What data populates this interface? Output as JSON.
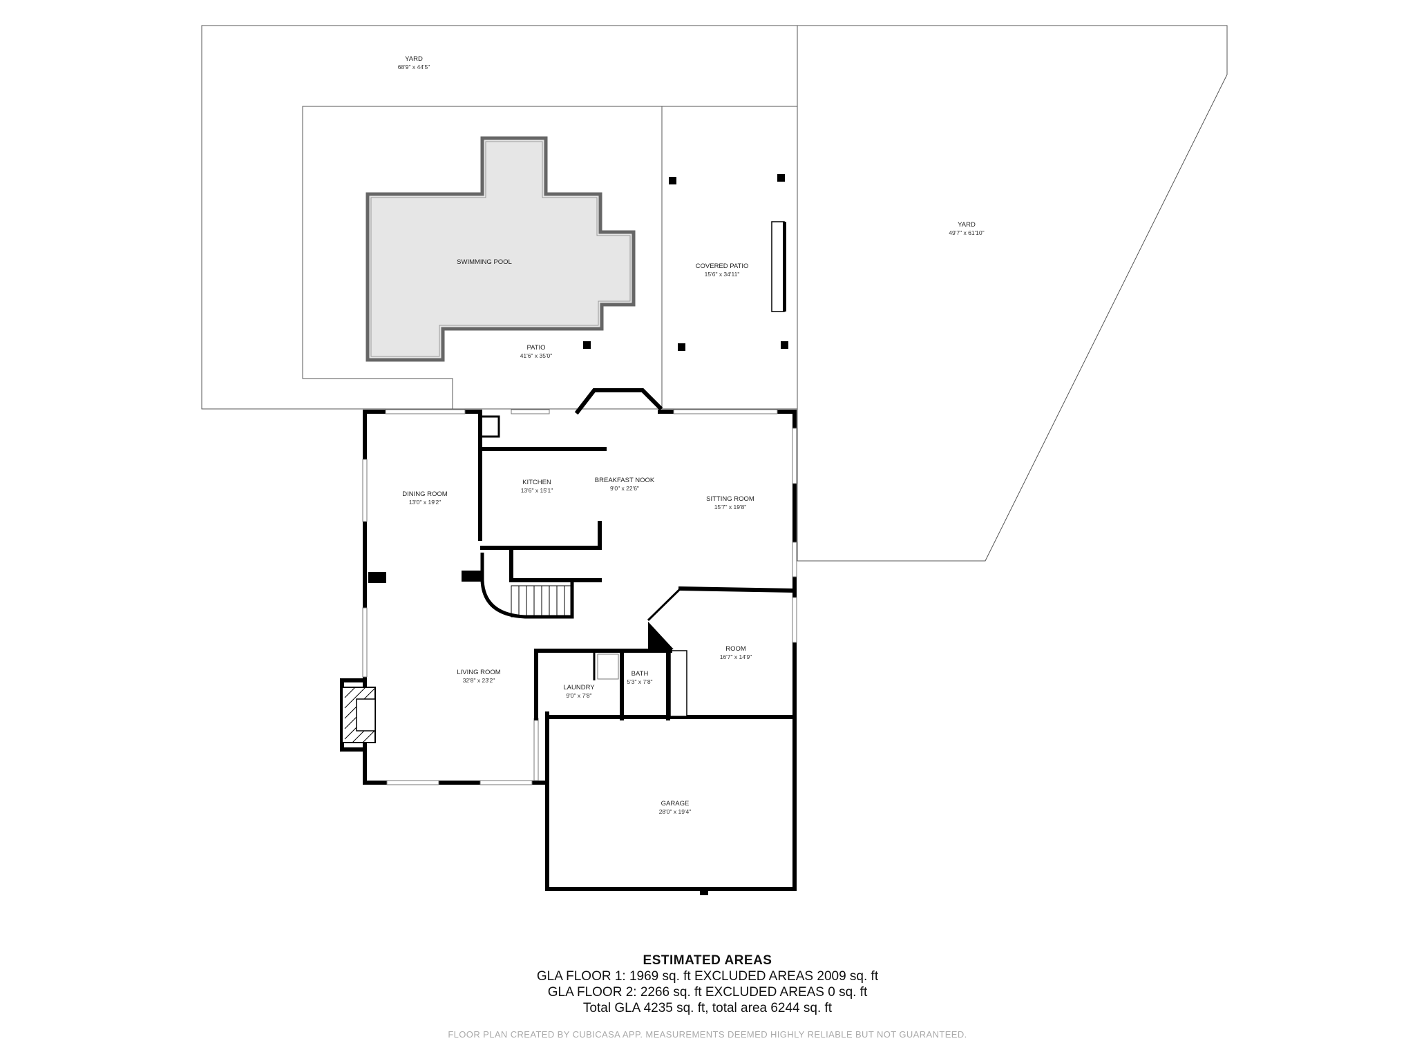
{
  "rooms": {
    "yard_left": {
      "name": "YARD",
      "dims": "68'9\" x 44'5\""
    },
    "yard_right": {
      "name": "YARD",
      "dims": "49'7\" x 61'10\""
    },
    "swimming_pool": {
      "name": "SWIMMING POOL",
      "dims": ""
    },
    "patio": {
      "name": "PATIO",
      "dims": "41'6\" x 35'0\""
    },
    "covered_patio": {
      "name": "COVERED PATIO",
      "dims": "15'6\" x 34'11\""
    },
    "dining_room": {
      "name": "DINING ROOM",
      "dims": "13'0\" x 19'2\""
    },
    "kitchen": {
      "name": "KITCHEN",
      "dims": "13'6\" x 15'1\""
    },
    "breakfast_nook": {
      "name": "BREAKFAST NOOK",
      "dims": "9'0\" x 22'6\""
    },
    "sitting_room": {
      "name": "SITTING ROOM",
      "dims": "15'7\" x 19'8\""
    },
    "room": {
      "name": "ROOM",
      "dims": "16'7\" x 14'9\""
    },
    "living_room": {
      "name": "LIVING ROOM",
      "dims": "32'8\" x 23'2\""
    },
    "laundry": {
      "name": "LAUNDRY",
      "dims": "9'0\" x 7'8\""
    },
    "bath": {
      "name": "BATH",
      "dims": "5'3\" x 7'8\""
    },
    "garage": {
      "name": "GARAGE",
      "dims": "28'0\" x 19'4\""
    }
  },
  "areas": {
    "title": "ESTIMATED AREAS",
    "floor1": "GLA FLOOR 1: 1969 sq. ft EXCLUDED AREAS 2009 sq. ft",
    "floor2": "GLA FLOOR 2: 2266 sq. ft EXCLUDED AREAS 0 sq. ft",
    "total": "Total GLA 4235 sq. ft, total area 6244 sq. ft"
  },
  "footer": "FLOOR PLAN CREATED BY CUBICASA APP. MEASUREMENTS DEEMED HIGHLY RELIABLE BUT NOT GUARANTEED.",
  "colors": {
    "wall": "#000000",
    "pool": "#e6e6e6",
    "outline": "#555555",
    "footer": "#aaaaaa"
  }
}
